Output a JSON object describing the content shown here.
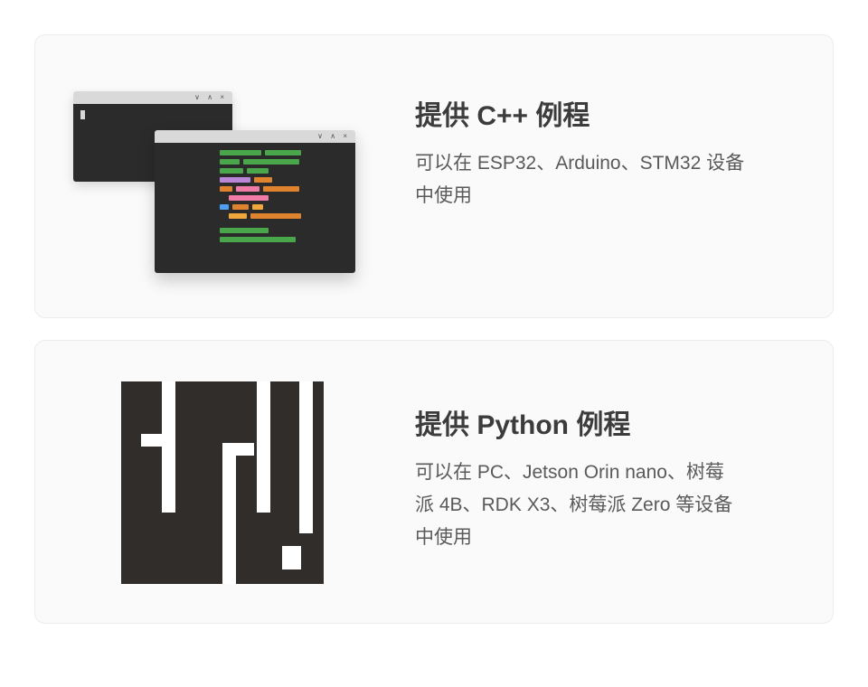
{
  "page": {
    "background": "#ffffff"
  },
  "cards": [
    {
      "heading": "提供 C++ 例程",
      "body_lines": [
        "可以在 ESP32、Arduino、STM32 设备",
        "中使用"
      ]
    },
    {
      "heading": "提供 Python 例程",
      "body_lines": [
        "可以在 PC、Jetson Orin nano、树莓",
        "派 4B、RDK X3、树莓派 Zero 等设备",
        "中使用"
      ]
    }
  ],
  "terminal": {
    "titlebar_glyphs": "∨ ∧ ×",
    "colors": {
      "green": "#4aa64a",
      "purple": "#bb86d7",
      "orange": "#e0832f",
      "amber": "#f0a73c",
      "pink": "#ef7ba6",
      "blue": "#4d9df0"
    },
    "code_rows": [
      {
        "indent": 0,
        "gap_before": false,
        "segments": [
          [
            "green",
            46
          ],
          [
            "green",
            40
          ]
        ]
      },
      {
        "indent": 0,
        "gap_before": false,
        "segments": [
          [
            "green",
            22
          ],
          [
            "green",
            62
          ]
        ]
      },
      {
        "indent": 0,
        "gap_before": false,
        "segments": [
          [
            "green",
            26
          ],
          [
            "green",
            24
          ]
        ]
      },
      {
        "indent": 0,
        "gap_before": false,
        "segments": [
          [
            "purple",
            34
          ],
          [
            "orange",
            20
          ]
        ]
      },
      {
        "indent": 0,
        "gap_before": false,
        "segments": [
          [
            "orange",
            14
          ],
          [
            "pink",
            26
          ],
          [
            "orange",
            40
          ]
        ]
      },
      {
        "indent": 10,
        "gap_before": false,
        "segments": [
          [
            "pink",
            44
          ]
        ]
      },
      {
        "indent": 0,
        "gap_before": false,
        "segments": [
          [
            "blue",
            10
          ],
          [
            "orange",
            18
          ],
          [
            "amber",
            12
          ]
        ]
      },
      {
        "indent": 10,
        "gap_before": false,
        "segments": [
          [
            "amber",
            20
          ],
          [
            "orange",
            56
          ]
        ]
      },
      {
        "indent": 0,
        "gap_before": true,
        "segments": [
          [
            "green",
            54
          ]
        ]
      },
      {
        "indent": 0,
        "gap_before": false,
        "segments": [
          [
            "green",
            84
          ]
        ]
      }
    ]
  },
  "logo": {
    "name": "micropython-maze-logo",
    "bg": "#312d2a",
    "fg": "#ffffff"
  }
}
